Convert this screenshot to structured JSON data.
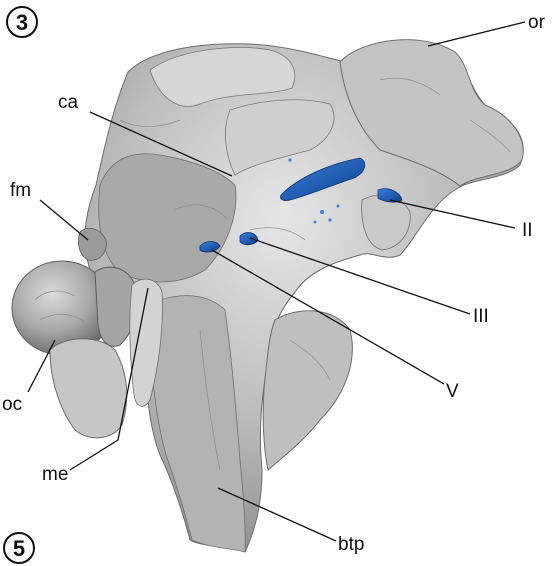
{
  "figure": {
    "panel_top": "3",
    "panel_bottom": "5",
    "labels": {
      "or": "or",
      "ca": "ca",
      "fm": "fm",
      "II": "II",
      "III": "III",
      "V": "V",
      "oc": "oc",
      "me": "me",
      "btp": "btp"
    },
    "colors": {
      "bone": "#b9b9b9",
      "bone_light": "#dcdcdc",
      "bone_dark": "#7e7e7e",
      "nerve_canal": "#1f5fb8"
    }
  }
}
